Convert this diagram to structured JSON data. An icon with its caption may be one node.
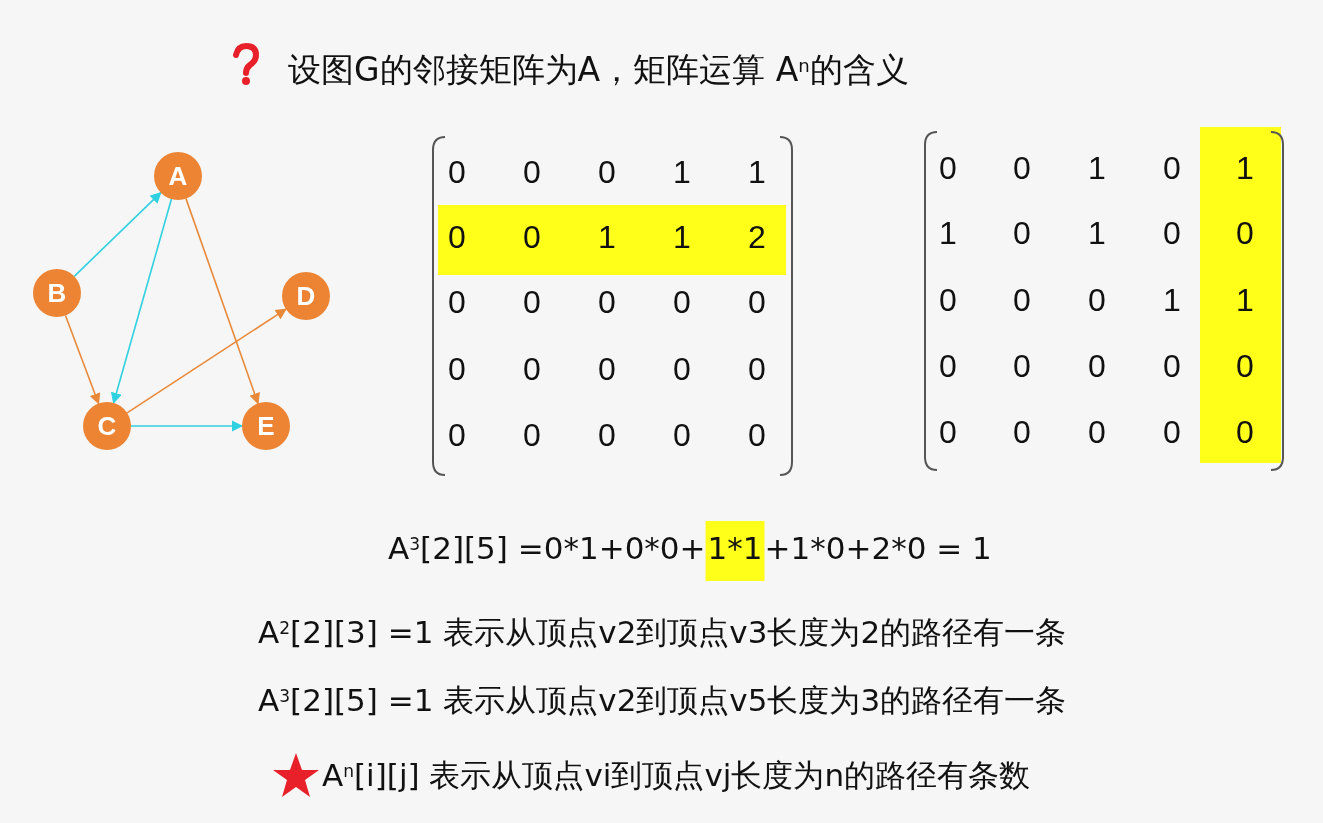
{
  "diagram": {
    "title": "设图G的邻接矩阵为A，矩阵运算 A$^{n}$的含义",
    "nodes": [
      {
        "text": [
          "A"
        ]
      },
      {
        "text": [
          "B"
        ]
      },
      {
        "text": [
          "C"
        ]
      },
      {
        "text": [
          "D"
        ]
      },
      {
        "text": [
          "E"
        ]
      }
    ],
    "edges": [
      {
        "from": 1,
        "to": 0,
        "arrow": "to",
        "color": "#2fd0e0"
      },
      {
        "from": 0,
        "to": 2,
        "arrow": "to",
        "color": "#2fd0e0"
      },
      {
        "from": 0,
        "to": 4,
        "arrow": "to",
        "color": "#e8893a"
      },
      {
        "from": 1,
        "to": 2,
        "arrow": "to",
        "color": "#e8893a"
      },
      {
        "from": 2,
        "to": 3,
        "arrow": "to",
        "color": "#e8893a"
      },
      {
        "from": 2,
        "to": 4,
        "arrow": "to",
        "color": "#2fd0e0"
      }
    ],
    "labels": [
      "0",
      "0",
      "0",
      "1",
      "1",
      "0",
      "0",
      "1",
      "1",
      "2",
      "0",
      "0",
      "0",
      "0",
      "0",
      "0",
      "0",
      "0",
      "0",
      "0",
      "0",
      "0",
      "0",
      "0",
      "0",
      "0",
      "0",
      "1",
      "0",
      "1",
      "1",
      "0",
      "1",
      "0",
      "0",
      "0",
      "0",
      "0",
      "1",
      "1",
      "0",
      "0",
      "0",
      "0",
      "0",
      "0",
      "0",
      "0",
      "0",
      "0",
      "A$^{3}$[2][5] =0*1+0*0+",
      "1*1",
      "+1*0+2*0 = 1",
      "A$^{2}$[2][3] =1 表示从顶点v2到顶点v3长度为2的路径有一条",
      "A$^{3}$[2][5] =1 表示从顶点v2到顶点v5长度为3的路径有一条",
      "A$^{n}$[i][j] 表示从顶点vi到顶点vj长度为n的路径有条数"
    ]
  }
}
